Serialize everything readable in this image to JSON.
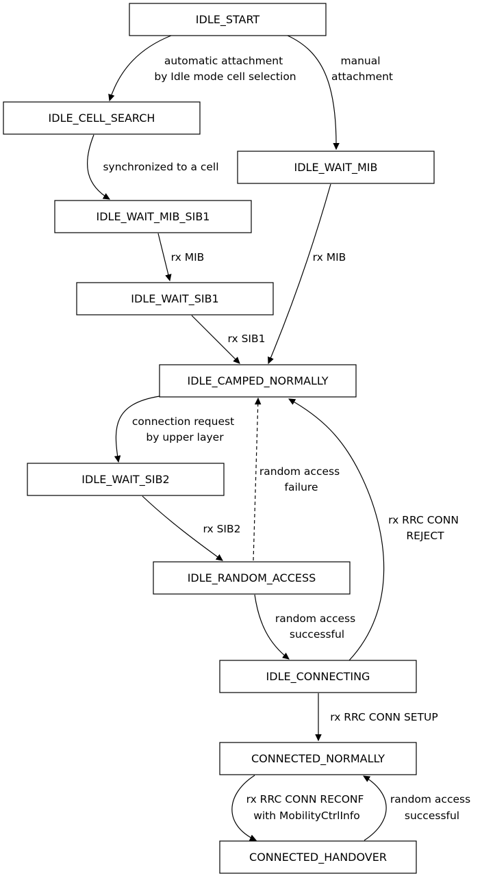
{
  "states": {
    "idle_start": "IDLE_START",
    "idle_cell_search": "IDLE_CELL_SEARCH",
    "idle_wait_mib": "IDLE_WAIT_MIB",
    "idle_wait_mib_sib1": "IDLE_WAIT_MIB_SIB1",
    "idle_wait_sib1": "IDLE_WAIT_SIB1",
    "idle_camped_normally": "IDLE_CAMPED_NORMALLY",
    "idle_wait_sib2": "IDLE_WAIT_SIB2",
    "idle_random_access": "IDLE_RANDOM_ACCESS",
    "idle_connecting": "IDLE_CONNECTING",
    "connected_normally": "CONNECTED_NORMALLY",
    "connected_handover": "CONNECTED_HANDOVER"
  },
  "transitions": {
    "automatic_attachment": [
      "automatic attachment",
      "by Idle mode cell selection"
    ],
    "manual_attachment": [
      "manual",
      "attachment"
    ],
    "synchronized": [
      "synchronized to a cell"
    ],
    "rx_mib_1": [
      "rx MIB"
    ],
    "rx_mib_2": [
      "rx MIB"
    ],
    "rx_sib1": [
      "rx SIB1"
    ],
    "connection_request": [
      "connection request",
      "by upper layer"
    ],
    "rx_sib2": [
      "rx SIB2"
    ],
    "random_access_failure": [
      "random access",
      "failure"
    ],
    "rx_rrc_conn_reject": [
      "rx RRC CONN",
      "REJECT"
    ],
    "random_access_successful_1": [
      "random access",
      "successful"
    ],
    "rx_rrc_conn_setup": [
      "rx RRC CONN SETUP"
    ],
    "rx_rrc_conn_reconf": [
      "rx RRC CONN RECONF",
      "with MobilityCtrlInfo"
    ],
    "random_access_successful_2": [
      "random access",
      "successful"
    ]
  }
}
